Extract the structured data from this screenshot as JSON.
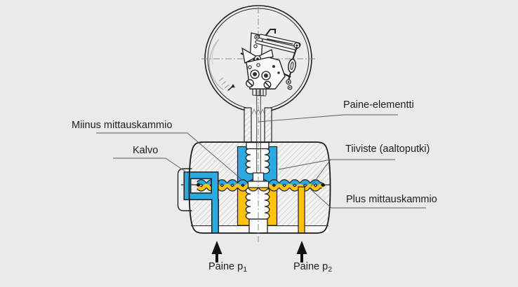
{
  "diagram": {
    "title": "differential-pressure-gauge-cross-section",
    "labels": {
      "minus_chamber": "Miinus mittauskammio",
      "diaphragm": "Kalvo",
      "pressure_element": "Paine-elementti",
      "seal": "Tiiviste (aaltoputki)",
      "plus_chamber": "Plus mittauskammio",
      "pressure_1": {
        "text": "Paine p",
        "sub": "1"
      },
      "pressure_2": {
        "text": "Paine p",
        "sub": "2"
      }
    },
    "colors": {
      "minus_fluid": "#2BA9E1",
      "plus_fluid": "#FFC20E",
      "background": "#EAEAEA",
      "outline": "#1A1A1A"
    }
  }
}
